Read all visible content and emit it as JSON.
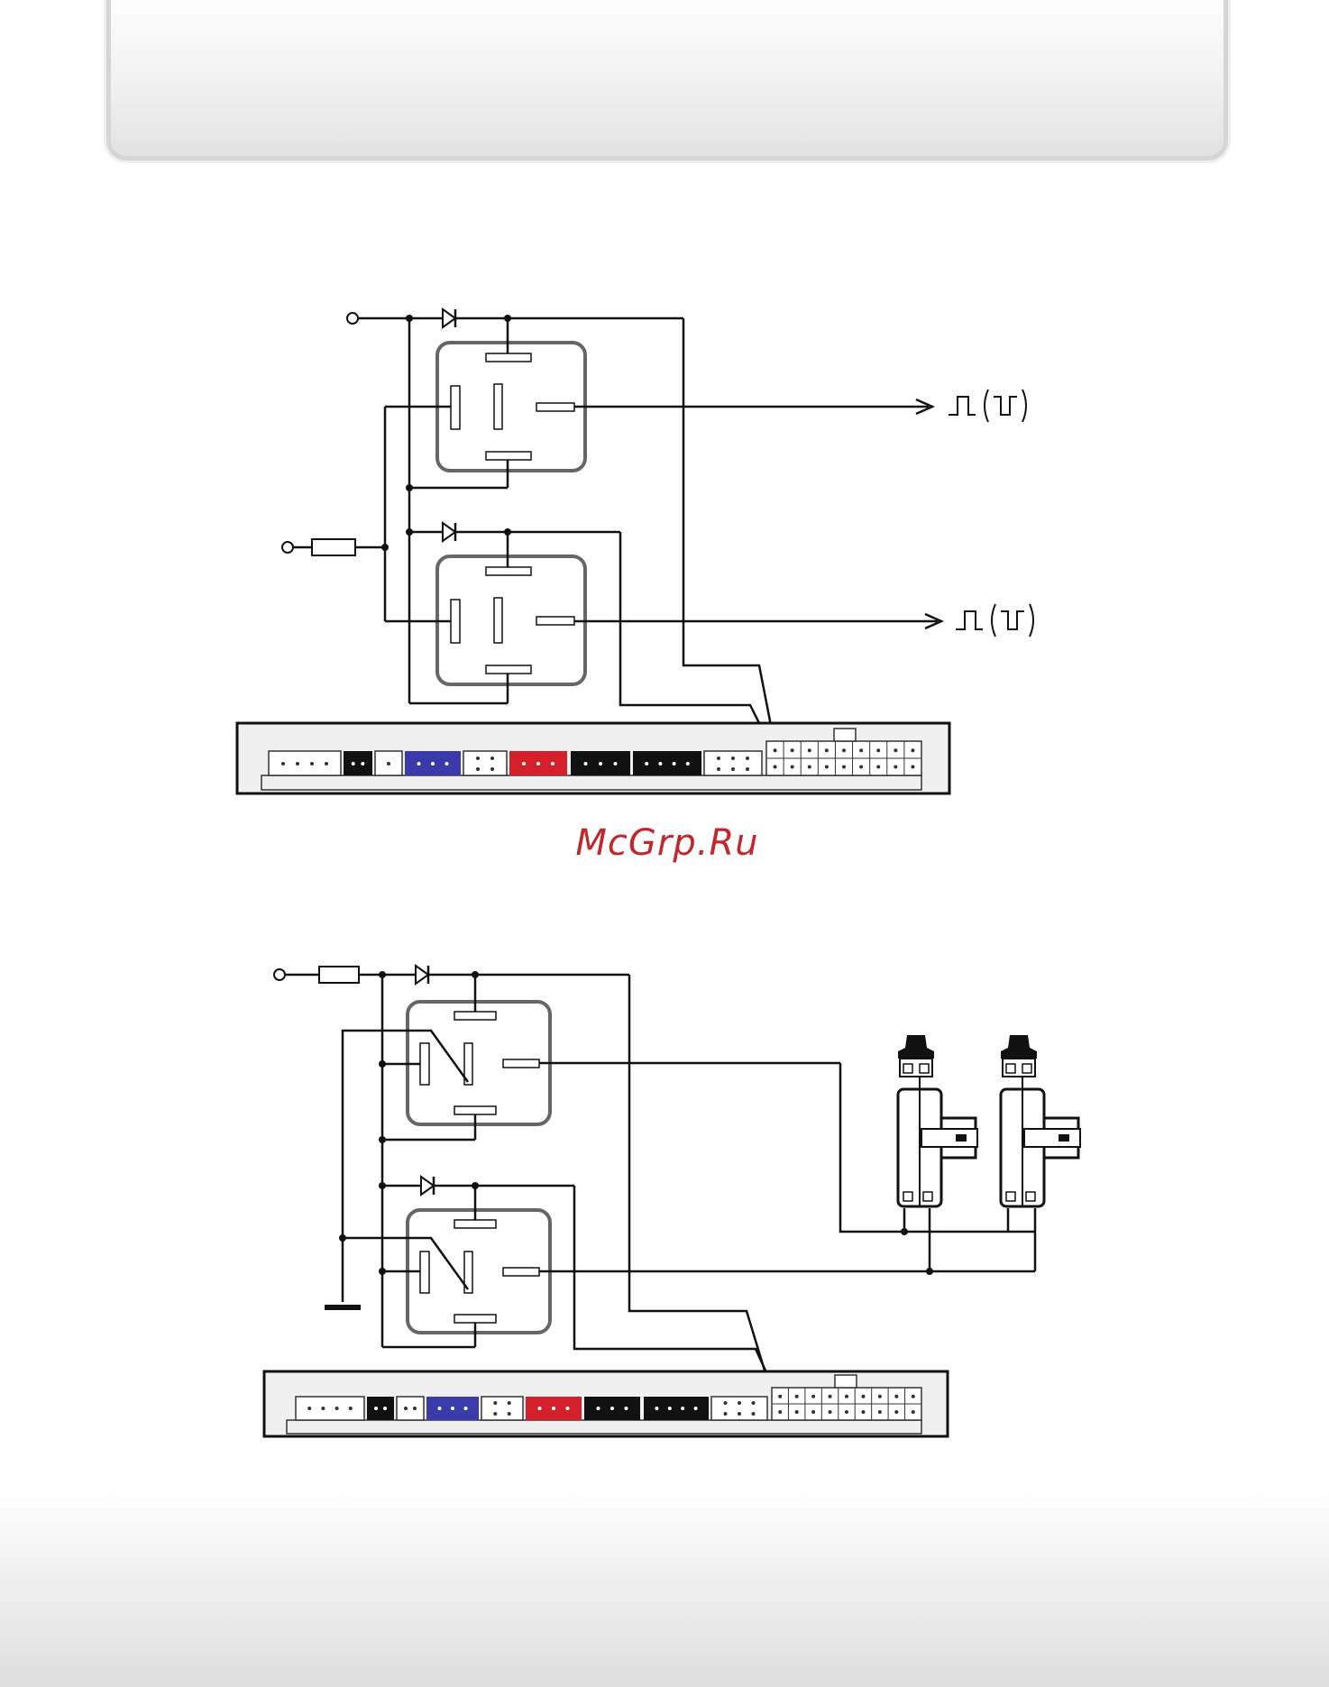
{
  "header": {
    "title": ""
  },
  "watermark": {
    "text": "McGrp.Ru"
  },
  "colors": {
    "wire": "#111111",
    "relay_frame": "#666666",
    "block_fill": "#f0f0f0",
    "connector_blue": "#3a3aa8",
    "connector_red": "#d4202a",
    "connector_black": "#111111",
    "watermark": "#c0282d"
  },
  "diagram_top": {
    "relays": 2,
    "outputs": [
      "pulse-output-1",
      "pulse-output-2"
    ]
  },
  "diagram_bottom": {
    "relays": 2,
    "actuators": 2
  }
}
